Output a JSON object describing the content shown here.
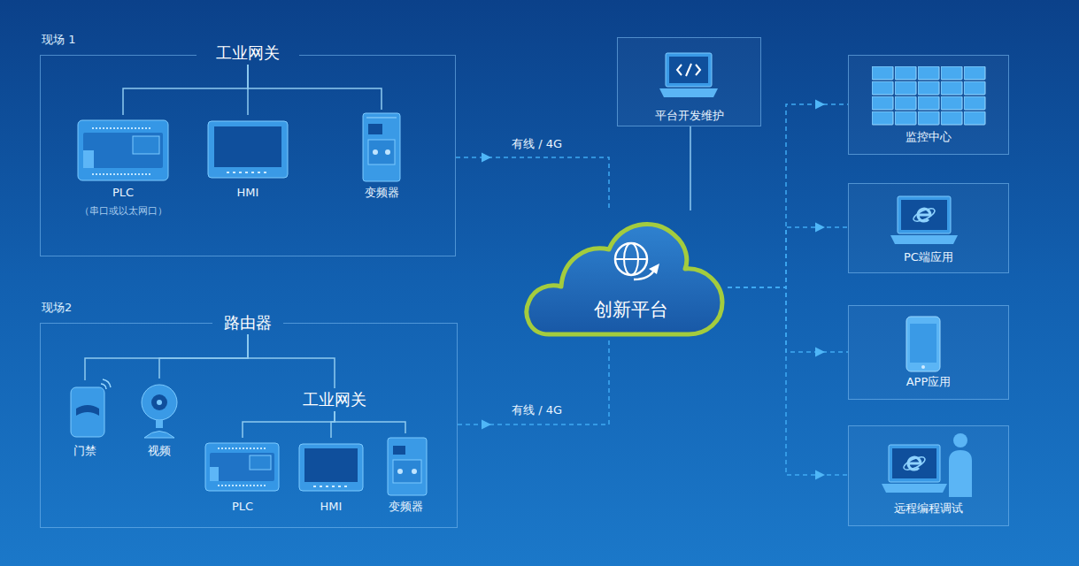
{
  "diagram": {
    "nodes": [
      {
        "text": [
          "现场 1"
        ]
      },
      {
        "text": [
          "工业网关"
        ],
        "in": 0
      },
      {
        "text": [
          "PLC",
          "（串口或以太网口）"
        ],
        "in": 0
      },
      {
        "text": [
          "HMI"
        ],
        "in": 0
      },
      {
        "text": [
          "变频器"
        ],
        "in": 0
      },
      {
        "text": [
          "平台开发维护"
        ]
      },
      {
        "text": [
          "监控中心"
        ]
      },
      {
        "text": [
          "创新平台"
        ]
      },
      {
        "text": [
          "PC端应用"
        ]
      },
      {
        "text": [
          "APP应用"
        ]
      },
      {
        "text": [
          "现场2"
        ]
      },
      {
        "text": [
          "路由器"
        ],
        "in": 10
      },
      {
        "text": [
          "门禁"
        ],
        "in": 10
      },
      {
        "text": [
          "视频"
        ],
        "in": 10
      },
      {
        "text": [
          "工业网关"
        ],
        "in": 10
      },
      {
        "text": [
          "PLC"
        ],
        "in": 10
      },
      {
        "text": [
          "HMI"
        ],
        "in": 10
      },
      {
        "text": [
          "变频器"
        ],
        "in": 10
      },
      {
        "text": [
          "远程编程调试"
        ]
      }
    ],
    "edges": [
      {
        "from": 1,
        "to": 2,
        "arrow": "none"
      },
      {
        "from": 1,
        "to": 3,
        "arrow": "none"
      },
      {
        "from": 1,
        "to": 4,
        "arrow": "none"
      },
      {
        "from": 0,
        "to": 7,
        "label": "有线 / 4G",
        "arrow": "to"
      },
      {
        "from": 5,
        "to": 7,
        "arrow": "none"
      },
      {
        "from": 7,
        "to": 6,
        "arrow": "to"
      },
      {
        "from": 7,
        "to": 8,
        "arrow": "to"
      },
      {
        "from": 7,
        "to": 9,
        "arrow": "to"
      },
      {
        "from": 7,
        "to": 18,
        "arrow": "to"
      },
      {
        "from": 10,
        "to": 7,
        "label": "有线 / 4G",
        "arrow": "to"
      },
      {
        "from": 11,
        "to": 12,
        "arrow": "none"
      },
      {
        "from": 11,
        "to": 13,
        "arrow": "none"
      },
      {
        "from": 11,
        "to": 14,
        "arrow": "none"
      },
      {
        "from": 14,
        "to": 15,
        "arrow": "none"
      },
      {
        "from": 14,
        "to": 16,
        "arrow": "none"
      },
      {
        "from": 14,
        "to": 17,
        "arrow": "none"
      }
    ]
  }
}
